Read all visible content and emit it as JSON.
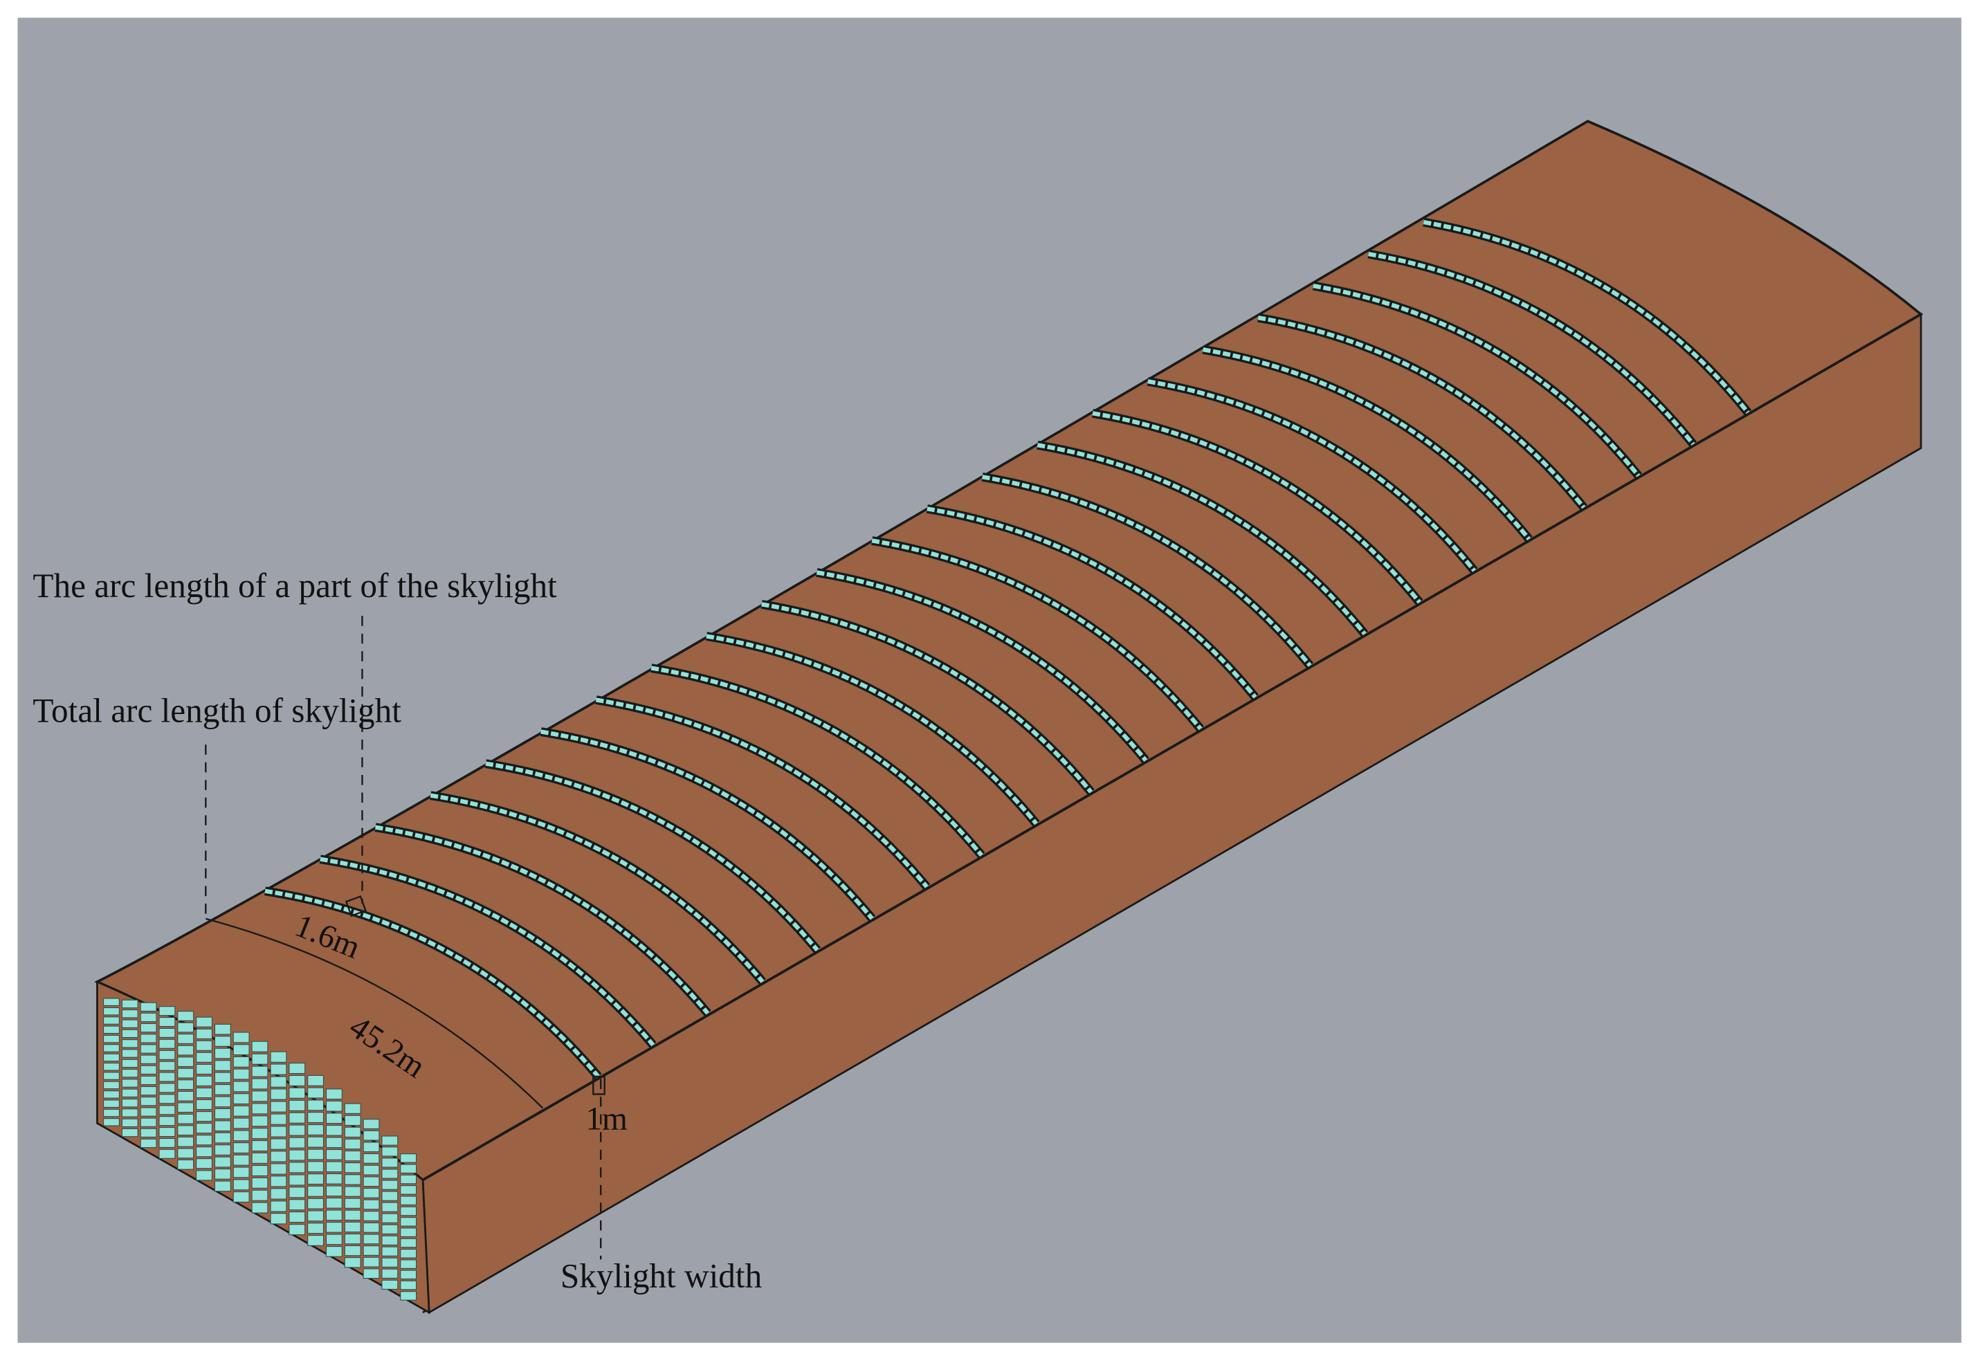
{
  "colors": {
    "background": "#9ea3ab",
    "roof": "#9b6243",
    "wall": "#9b6243",
    "glass": "#8fe3d8",
    "edge": "#1a1a1a"
  },
  "diagram": {
    "skylight_strip_count": 22,
    "labels": {
      "part_arc": "The arc length of a part of the skylight",
      "total_arc": "Total arc length of skylight",
      "skylight_width": "Skylight width"
    },
    "dimensions": {
      "part_arc_length": "1.6m",
      "total_arc_length": "45.2m",
      "width": "1m"
    }
  }
}
